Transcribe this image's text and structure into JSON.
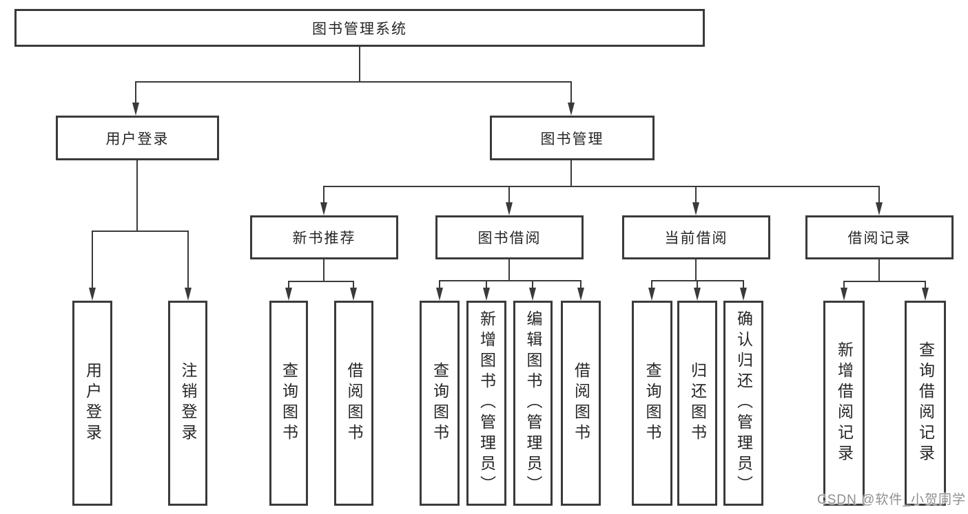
{
  "root": {
    "label": "图书管理系统"
  },
  "level2": {
    "user_login": {
      "label": "用户登录"
    },
    "book_management": {
      "label": "图书管理"
    }
  },
  "level3": {
    "new_book_recommendation": {
      "label": "新书推荐"
    },
    "book_borrowing": {
      "label": "图书借阅"
    },
    "current_borrowing": {
      "label": "当前借阅"
    },
    "borrowing_records": {
      "label": "借阅记录"
    }
  },
  "leaves": {
    "user_login": {
      "label": "用户登录"
    },
    "logout": {
      "label": "注销登录"
    },
    "rec_query_books": {
      "label": "查询图书"
    },
    "rec_borrow_books": {
      "label": "借阅图书"
    },
    "bb_query_books": {
      "label": "查询图书"
    },
    "bb_add_books_admin": {
      "label": "新增图书（管理员）"
    },
    "bb_edit_books_admin": {
      "label": "编辑图书（管理员）"
    },
    "bb_borrow_books": {
      "label": "借阅图书"
    },
    "cb_query_books": {
      "label": "查询图书"
    },
    "cb_return_books": {
      "label": "归还图书"
    },
    "cb_confirm_return_admin": {
      "label": "确认归还（管理员）"
    },
    "br_add_record": {
      "label": "新增借阅记录"
    },
    "br_query_record": {
      "label": "查询借阅记录"
    }
  },
  "watermark": {
    "text": "CSDN @软件_小贺同学"
  },
  "colors": {
    "line": "#3a3a3a",
    "text": "#262626",
    "watermark": "#909090",
    "background": "#ffffff"
  }
}
